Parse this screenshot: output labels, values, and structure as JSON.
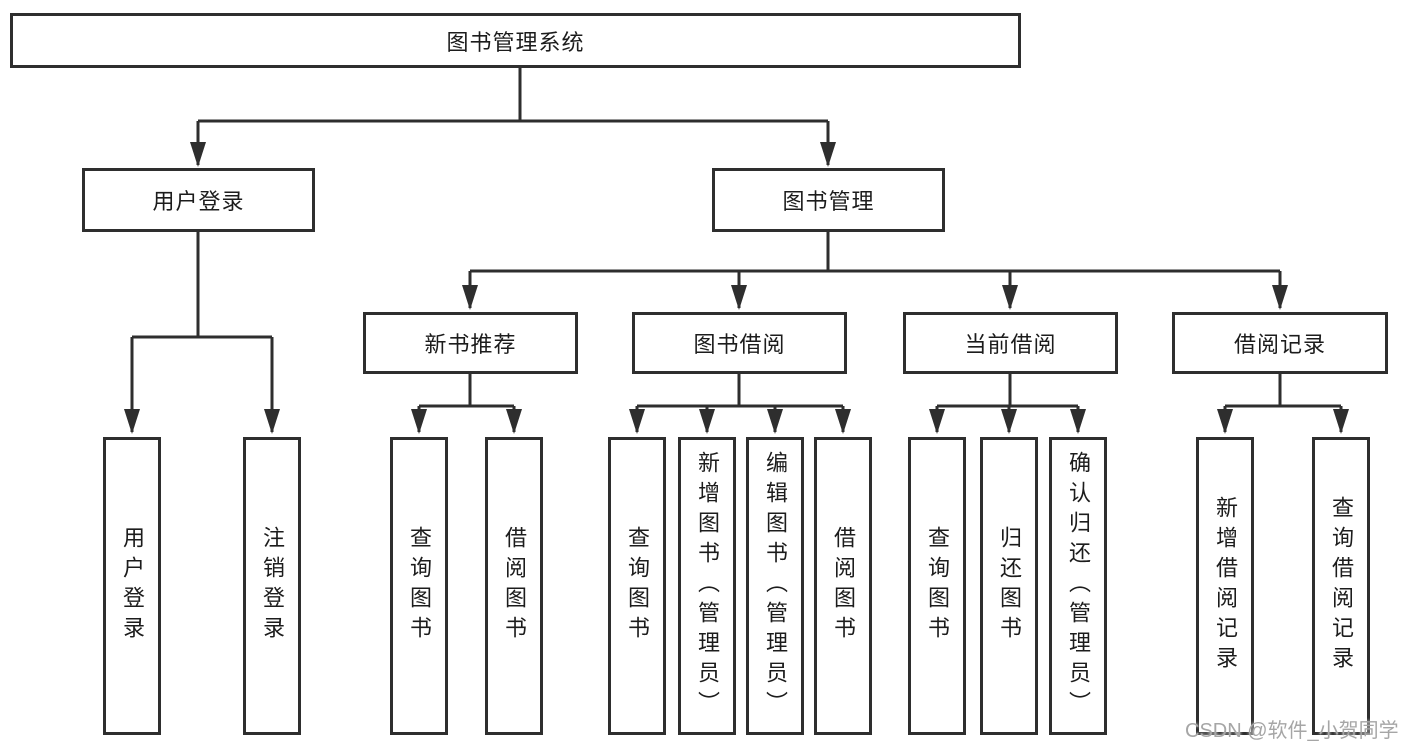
{
  "diagram": {
    "root": "图书管理系统",
    "user_login": "用户登录",
    "book_mgmt": "图书管理",
    "user_login_children": [
      "用户登录",
      "注销登录"
    ],
    "book_mgmt_children": [
      "新书推荐",
      "图书借阅",
      "当前借阅",
      "借阅记录"
    ],
    "new_book_children": [
      "查询图书",
      "借阅图书"
    ],
    "book_borrow_children": [
      "查询图书",
      "新增图书（管理员）",
      "编辑图书（管理员）",
      "借阅图书"
    ],
    "current_borrow_children": [
      "查询图书",
      "归还图书",
      "确认归还（管理员）"
    ],
    "borrow_record_children": [
      "新增借阅记录",
      "查询借阅记录"
    ]
  },
  "watermark": {
    "text": "CSDN @软件_小贺同学"
  },
  "colors": {
    "line": "#2e2e2e",
    "text": "#1c1c1c",
    "watermark": "#a6a6a6",
    "background": "#ffffff"
  }
}
